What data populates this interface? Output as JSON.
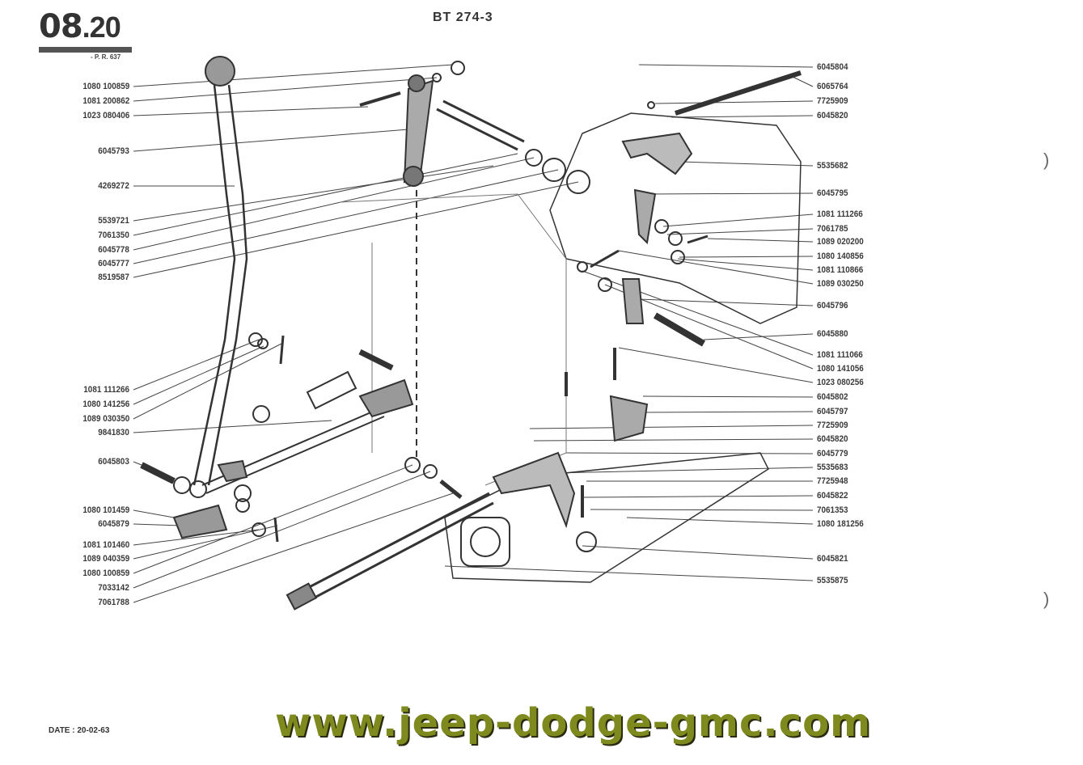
{
  "header": {
    "section_major": "08",
    "section_minor": ".20",
    "pr_reference": "- P. R. 637",
    "drawing_number": "BT 274-3"
  },
  "footer": {
    "date": "DATE : 20-02-63",
    "watermark": "www.jeep-dodge-gmc.com"
  },
  "colors": {
    "ink": "#333333",
    "watermark": "#7e8a1e"
  },
  "left_labels": [
    "1080 100859",
    "1081 200862",
    "1023 080406",
    "6045793",
    "4269272",
    "5539721",
    "7061350",
    "6045778",
    "6045777",
    "8519587",
    "1081 111266",
    "1080 141256",
    "1089 030350",
    "9841830",
    "6045803",
    "1080 101459",
    "6045879",
    "1081 101460",
    "1089 040359",
    "1080 100859",
    "7033142",
    "7061788"
  ],
  "right_labels": [
    "6045804",
    "6065764",
    "7725909",
    "6045820",
    "5535682",
    "6045795",
    "1081 111266",
    "7061785",
    "1089 020200",
    "1080 140856",
    "1081 110866",
    "1089 030250",
    "6045796",
    "6045880",
    "1081 111066",
    "1080 141056",
    "1023 080256",
    "6045802",
    "6045797",
    "7725909",
    "6045820",
    "6045779",
    "5535683",
    "7725948",
    "6045822",
    "7061353",
    "1080 181256",
    "6045821",
    "5535875"
  ]
}
